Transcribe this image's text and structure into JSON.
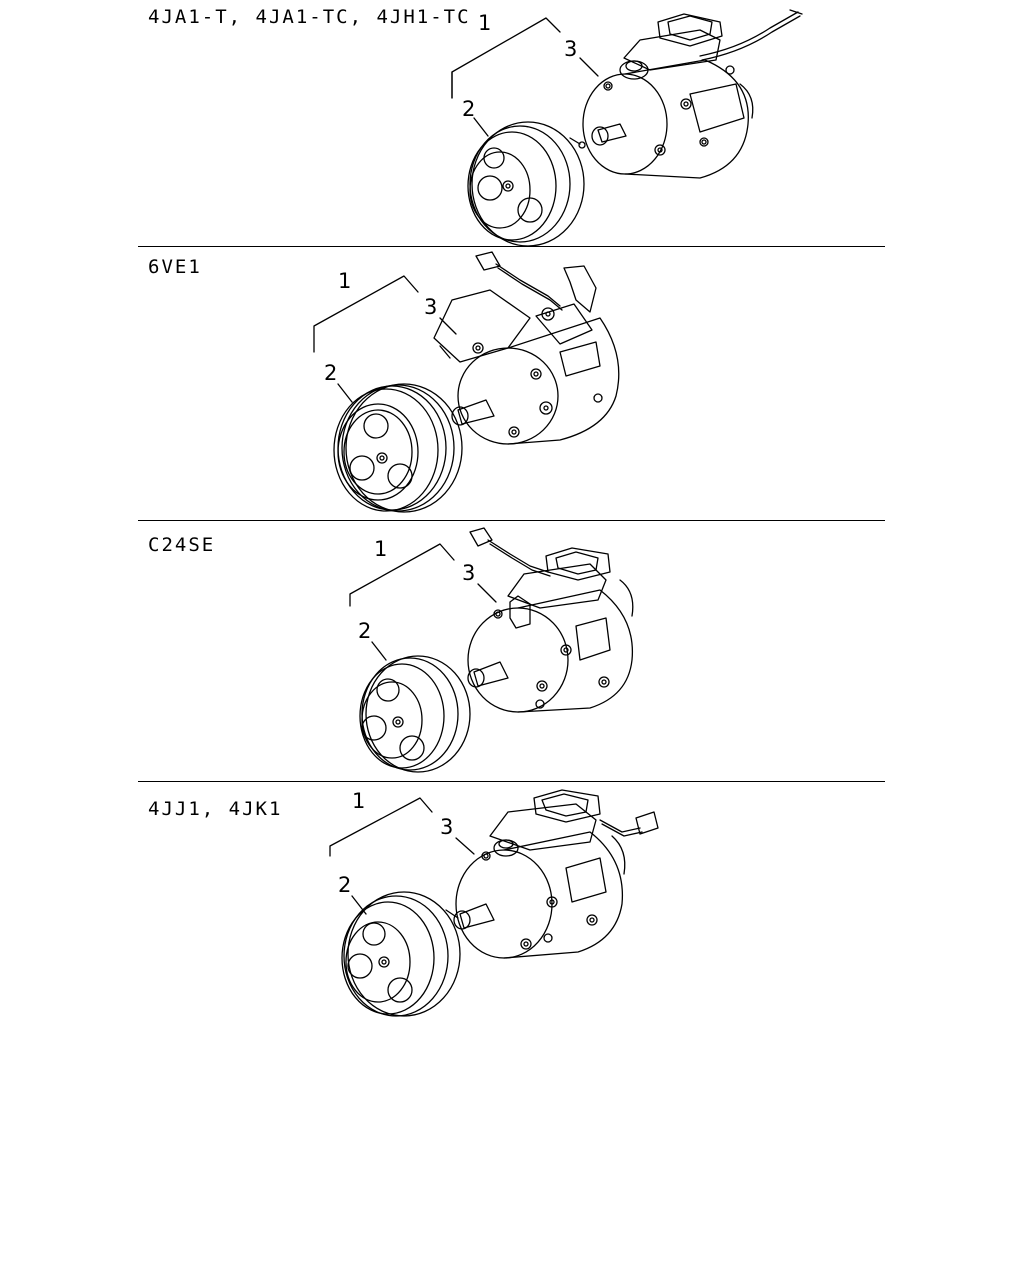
{
  "sections": [
    {
      "label": "4JA1-T, 4JA1-TC, 4JH1-TC",
      "callouts": [
        "1",
        "2",
        "3"
      ]
    },
    {
      "label": "6VE1",
      "callouts": [
        "1",
        "2",
        "3"
      ]
    },
    {
      "label": "C24SE",
      "callouts": [
        "1",
        "2",
        "3"
      ]
    },
    {
      "label": "4JJ1, 4JK1",
      "callouts": [
        "1",
        "2",
        "3"
      ]
    }
  ]
}
